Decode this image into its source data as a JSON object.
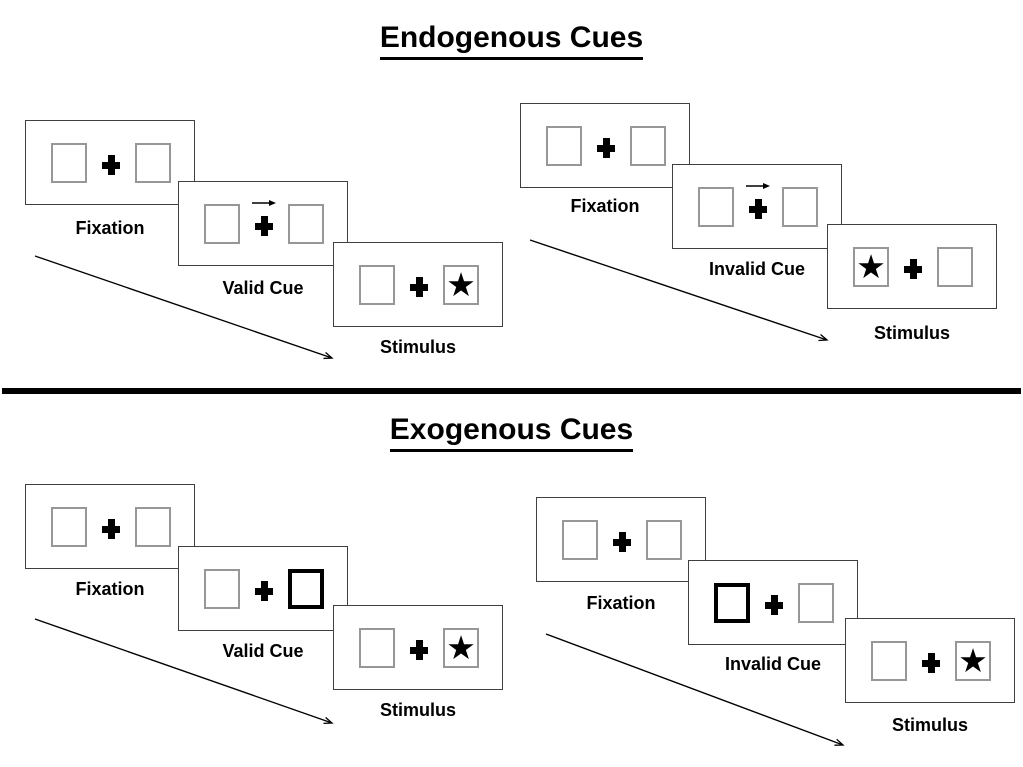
{
  "diagram": {
    "sections": [
      {
        "title": "Endogenous Cues",
        "groups": [
          {
            "name": "valid-trial",
            "panels": [
              {
                "label": "Fixation",
                "content": "two empty boxes with central fixation cross"
              },
              {
                "label": "Valid Cue",
                "content": "right-pointing arrow above fixation cross"
              },
              {
                "label": "Stimulus",
                "content": "star appears in right box"
              }
            ]
          },
          {
            "name": "invalid-trial",
            "panels": [
              {
                "label": "Fixation",
                "content": "two empty boxes with central fixation cross"
              },
              {
                "label": "Invalid Cue",
                "content": "right-pointing arrow above fixation cross"
              },
              {
                "label": "Stimulus",
                "content": "star appears in left box"
              }
            ]
          }
        ]
      },
      {
        "title": "Exogenous Cues",
        "groups": [
          {
            "name": "valid-trial",
            "panels": [
              {
                "label": "Fixation",
                "content": "two empty boxes with central fixation cross"
              },
              {
                "label": "Valid Cue",
                "content": "right box highlighted with bold border"
              },
              {
                "label": "Stimulus",
                "content": "star appears in right box"
              }
            ]
          },
          {
            "name": "invalid-trial",
            "panels": [
              {
                "label": "Fixation",
                "content": "two empty boxes with central fixation cross"
              },
              {
                "label": "Invalid Cue",
                "content": "left box highlighted with bold border"
              },
              {
                "label": "Stimulus",
                "content": "star appears in right box"
              }
            ]
          }
        ]
      }
    ]
  },
  "glyphs": {
    "star": "★"
  },
  "colors": {
    "background": "#ffffff",
    "text": "#000000",
    "panel_border": "#3f3f3f",
    "box_border": "#979797",
    "highlight_border": "#000000",
    "divider": "#000000"
  }
}
